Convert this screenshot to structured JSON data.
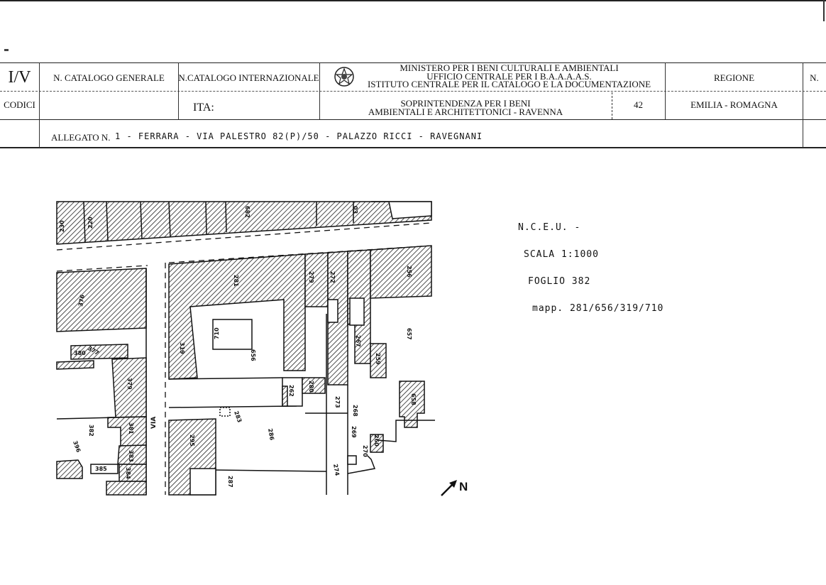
{
  "header": {
    "code": "I/V",
    "catalogo_generale": "N. CATALOGO GENERALE",
    "catalogo_internazionale": "N.CATALOGO INTERNAZIONALE",
    "ministry_lines": [
      "MINISTERO PER I BENI CULTURALI E AMBIENTALI",
      "UFFICIO CENTRALE PER I B.A.A.A.A.S.",
      "ISTITUTO CENTRALE PER IL CATALOGO E LA DOCUMENTAZIONE"
    ],
    "regione_label": "REGIONE",
    "n_label": "N.",
    "codici_label": "CODICI",
    "ita_label": "ITA:",
    "soprintendenza_lines": [
      "SOPRINTENDENZA PER I BENI",
      "AMBIENTALI E ARCHITETTONICI - RAVENNA"
    ],
    "soprintendenza_code": "42",
    "regione_value": "EMILIA - ROMAGNA",
    "allegato_label": "ALLEGATO N.",
    "allegato_text": "1 - FERRARA - VIA PALESTRO 82(P)/50 - PALAZZO RICCI - RAVEGNANI"
  },
  "notes": {
    "line1": "N.C.E.U. -",
    "line2": "SCALA 1:1000",
    "line3": "FOGLIO 382",
    "line4": "mapp. 281/656/319/710"
  },
  "map": {
    "street_label": "VIA",
    "north_label": "N",
    "parcels": [
      "230",
      "220",
      "682",
      "03",
      "376",
      "281",
      "279",
      "272",
      "256",
      "319",
      "710",
      "656",
      "267",
      "657",
      "377",
      "380",
      "379",
      "259",
      "658",
      "262",
      "280",
      "273",
      "268",
      "283",
      "286",
      "382",
      "381",
      "396",
      "295",
      "383",
      "269",
      "270",
      "385",
      "384",
      "274",
      "287",
      "260"
    ]
  }
}
